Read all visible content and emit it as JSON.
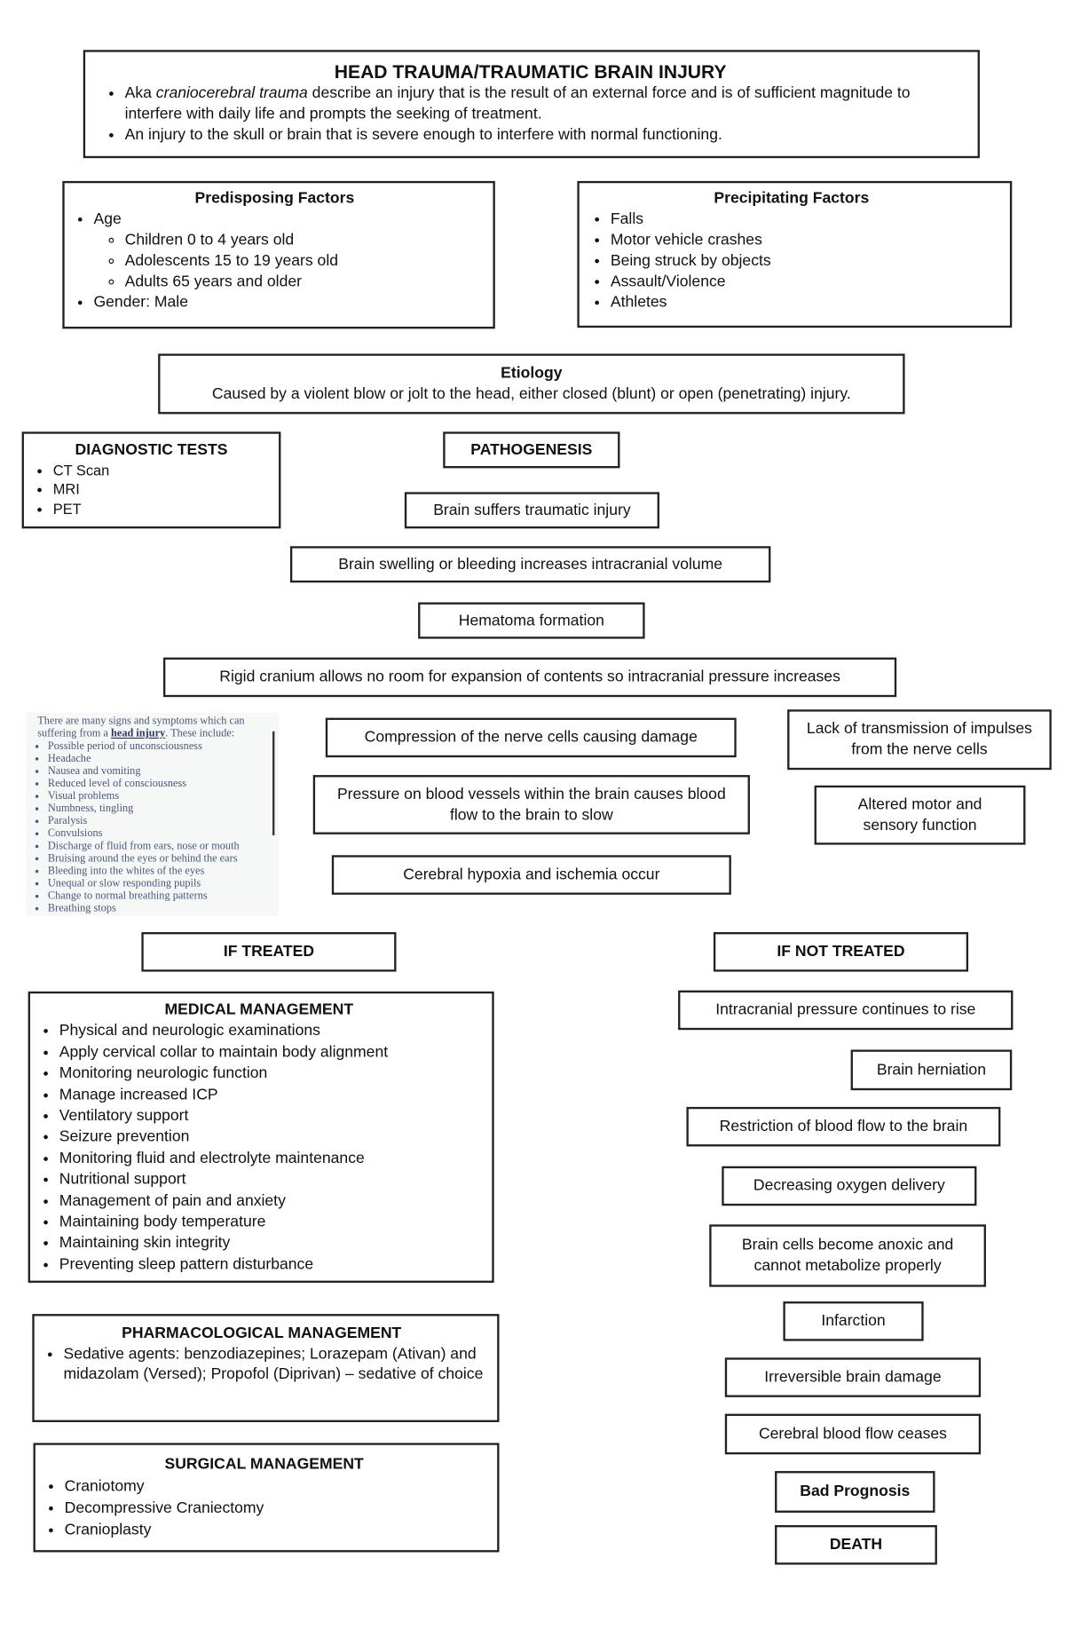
{
  "title": {
    "heading": "HEAD TRAUMA/TRAUMATIC BRAIN INJURY",
    "b1_pre": "Aka ",
    "b1_em": "craniocerebral trauma",
    "b1_post": " describe an injury that is the result of an external force and is of sufficient magnitude to interfere with daily life and prompts the seeking of treatment.",
    "b2": "An injury to the skull or brain that is severe enough to interfere with normal functioning."
  },
  "predisposing": {
    "heading": "Predisposing Factors",
    "age": "Age",
    "ages": [
      "Children 0 to 4 years old",
      "Adolescents 15 to 19 years old",
      "Adults 65 years and older"
    ],
    "gender": "Gender: Male"
  },
  "precipitating": {
    "heading": "Precipitating Factors",
    "items": [
      "Falls",
      "Motor vehicle crashes",
      "Being struck by objects",
      "Assault/Violence",
      "Athletes"
    ]
  },
  "etiology": {
    "heading": "Etiology",
    "text": "Caused by a violent blow or jolt to the head, either closed (blunt) or open (penetrating) injury."
  },
  "diagnostic": {
    "heading": "DIAGNOSTIC TESTS",
    "items": [
      "CT Scan",
      "MRI",
      "PET"
    ]
  },
  "pathogenesis": {
    "heading": "PATHOGENESIS",
    "steps": [
      "Brain suffers traumatic injury",
      "Brain swelling or bleeding increases intracranial volume",
      "Hematoma formation",
      "Rigid cranium allows no room for expansion of contents so intracranial pressure increases",
      "Compression of the nerve cells causing damage",
      "Pressure on blood vessels within the brain causes blood flow to the brain to slow",
      "Cerebral hypoxia and ischemia occur",
      "Lack of transmission of impulses from the nerve cells",
      "Altered motor and sensory function"
    ]
  },
  "symptoms": {
    "intro1": "There are many signs and symptoms which can ",
    "intro2_pre": "suffering from a ",
    "intro2_link": "head injury",
    "intro2_post": ". These include:",
    "items": [
      "Possible period of unconsciousness",
      "Headache",
      "Nausea and vomiting",
      "Reduced level of consciousness",
      "Visual problems",
      "Numbness, tingling",
      "Paralysis",
      "Convulsions",
      "Discharge of fluid from ears, nose or mouth",
      "Bruising around the eyes or behind the ears",
      "Bleeding into the whites of the eyes",
      "Unequal or slow responding pupils",
      "Change to normal breathing patterns",
      "Breathing stops"
    ]
  },
  "treated": {
    "label": "IF TREATED"
  },
  "not_treated": {
    "label": "IF NOT TREATED",
    "steps": [
      "Intracranial pressure continues to rise",
      "Brain herniation",
      "Restriction of blood flow to the brain",
      "Decreasing oxygen delivery",
      "Brain cells become anoxic and cannot metabolize properly",
      "Infarction",
      "Irreversible brain damage",
      "Cerebral blood flow ceases",
      "Bad Prognosis",
      "DEATH"
    ]
  },
  "medical": {
    "heading": "MEDICAL MANAGEMENT",
    "items": [
      "Physical and neurologic examinations",
      "Apply cervical collar to maintain body alignment",
      "Monitoring neurologic function",
      "Manage increased ICP",
      "Ventilatory support",
      "Seizure prevention",
      "Monitoring fluid and electrolyte maintenance",
      "Nutritional support",
      "Management of pain and anxiety",
      "Maintaining body temperature",
      "Maintaining skin integrity",
      "Preventing sleep pattern disturbance"
    ]
  },
  "pharm": {
    "heading": "PHARMACOLOGICAL MANAGEMENT",
    "items": [
      "Sedative agents: benzodiazepines; Lorazepam (Ativan) and midazolam (Versed); Propofol (Diprivan) – sedative of choice"
    ]
  },
  "surgical": {
    "heading": "SURGICAL MANAGEMENT",
    "items": [
      "Craniotomy",
      "Decompressive Craniectomy",
      "Cranioplasty"
    ]
  }
}
